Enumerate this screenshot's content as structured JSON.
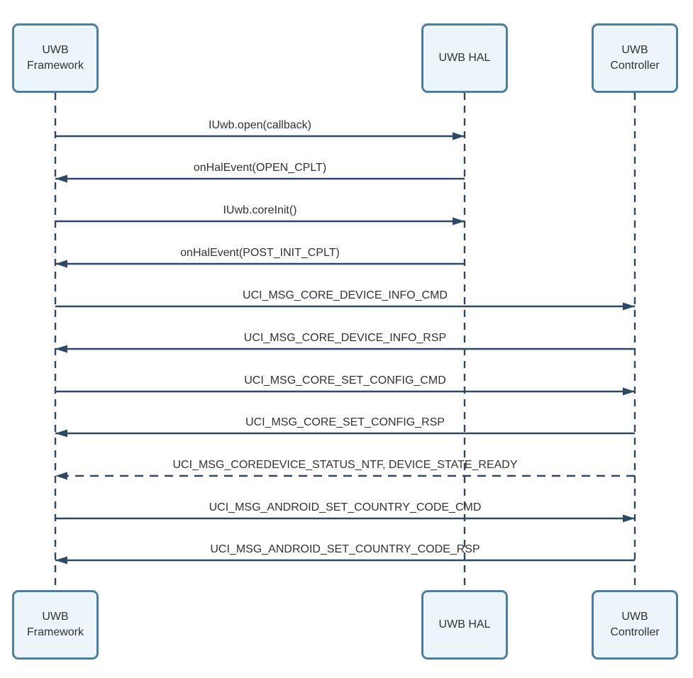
{
  "colors": {
    "box-border": "#4d7fa3",
    "box-fill": "#ecf5fa",
    "wire": "#2c4a63",
    "text": "#333333",
    "bg": "#ffffff"
  },
  "actors": {
    "framework": {
      "label": "UWB Framework"
    },
    "hal": {
      "label": "UWB HAL"
    },
    "controller": {
      "label": "UWB Controller"
    }
  },
  "messages": [
    {
      "label": "IUwb.open(callback)",
      "from": "UWB Framework",
      "to": "UWB HAL",
      "line_style": "solid",
      "direction": "right"
    },
    {
      "label": "onHalEvent(OPEN_CPLT)",
      "from": "UWB HAL",
      "to": "UWB Framework",
      "line_style": "solid",
      "direction": "left"
    },
    {
      "label": "IUwb.coreInit()",
      "from": "UWB Framework",
      "to": "UWB HAL",
      "line_style": "solid",
      "direction": "right"
    },
    {
      "label": "onHalEvent(POST_INIT_CPLT)",
      "from": "UWB HAL",
      "to": "UWB Framework",
      "line_style": "solid",
      "direction": "left"
    },
    {
      "label": "UCI_MSG_CORE_DEVICE_INFO_CMD",
      "from": "UWB Framework",
      "to": "UWB Controller",
      "line_style": "solid",
      "direction": "right"
    },
    {
      "label": "UCI_MSG_CORE_DEVICE_INFO_RSP",
      "from": "UWB Controller",
      "to": "UWB Framework",
      "line_style": "solid",
      "direction": "left"
    },
    {
      "label": "UCI_MSG_CORE_SET_CONFIG_CMD",
      "from": "UWB Framework",
      "to": "UWB Controller",
      "line_style": "solid",
      "direction": "right"
    },
    {
      "label": "UCI_MSG_CORE_SET_CONFIG_RSP",
      "from": "UWB Controller",
      "to": "UWB Framework",
      "line_style": "solid",
      "direction": "left"
    },
    {
      "label": "UCI_MSG_COREDEVICE_STATUS_NTF, DEVICE_STATE_READY",
      "from": "UWB Controller",
      "to": "UWB Framework",
      "line_style": "dashed",
      "direction": "left"
    },
    {
      "label": "UCI_MSG_ANDROID_SET_COUNTRY_CODE_CMD",
      "from": "UWB Framework",
      "to": "UWB Controller",
      "line_style": "solid",
      "direction": "right"
    },
    {
      "label": "UCI_MSG_ANDROID_SET_COUNTRY_CODE_RSP",
      "from": "UWB Controller",
      "to": "UWB Framework",
      "line_style": "solid",
      "direction": "left"
    }
  ]
}
